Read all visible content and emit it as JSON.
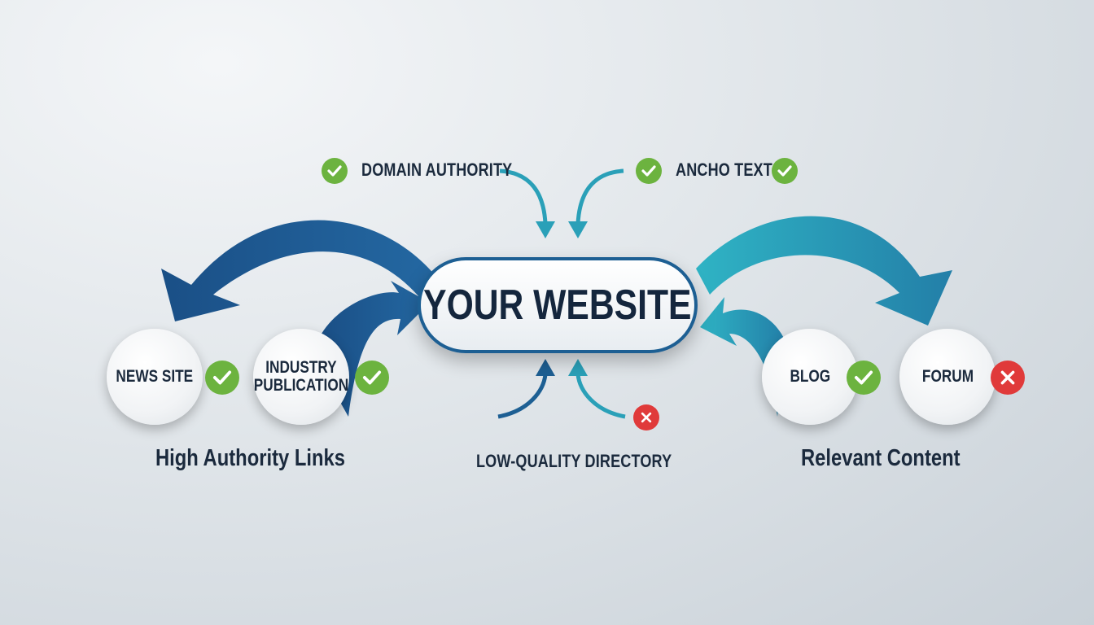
{
  "hub": {
    "label": "YOUR WEBSITE"
  },
  "factors": [
    {
      "label": "DOMAIN AUTHORITY",
      "status": "check"
    },
    {
      "label": "ANCHO TEXT",
      "status": "check"
    },
    {
      "label": "LOW-QUALITY DIRECTORY",
      "status": "cross"
    }
  ],
  "nodes": [
    {
      "label": "NEWS SITE",
      "status": "check"
    },
    {
      "label": "INDUSTRY\nPUBLICATION",
      "status": "check"
    },
    {
      "label": "BLOG",
      "status": "check"
    },
    {
      "label": "FORUM",
      "status": "cross"
    }
  ],
  "groups": [
    {
      "label": "High Authority Links"
    },
    {
      "label": "Relevant Content"
    }
  ],
  "colors": {
    "dark_blue": "#1d5f93",
    "teal": "#2aa0b8",
    "check_green": "#6cb33f",
    "cross_red": "#e03a3a",
    "text": "#1b2a3d"
  }
}
